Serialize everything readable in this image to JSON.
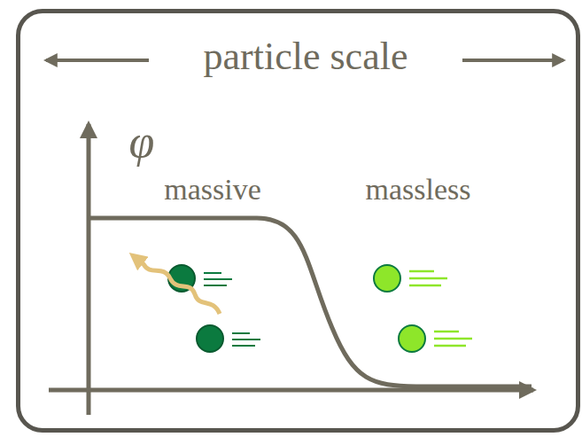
{
  "diagram": {
    "nodes": [
      {
        "text": [
          "particle scale"
        ]
      }
    ],
    "labels": [
      "φ",
      "massive",
      "massless"
    ]
  }
}
